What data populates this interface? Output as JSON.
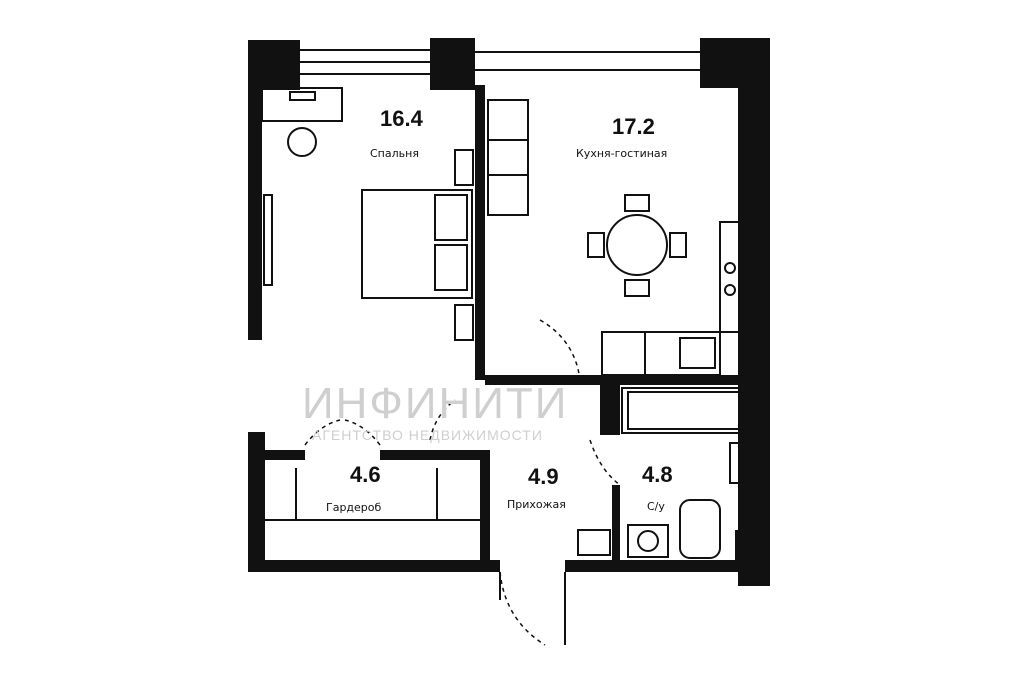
{
  "plan": {
    "rooms": [
      {
        "id": "bedroom",
        "area": "16.4",
        "name": "Спальня"
      },
      {
        "id": "kitchen-living",
        "area": "17.2",
        "name": "Кухня-гостиная"
      },
      {
        "id": "wardrobe",
        "area": "4.6",
        "name": "Гардероб"
      },
      {
        "id": "hallway",
        "area": "4.9",
        "name": "Прихожая"
      },
      {
        "id": "bathroom",
        "area": "4.8",
        "name": "С/у"
      }
    ]
  },
  "watermark": {
    "brand": "ИНФИНИТИ",
    "tagline": "АГЕНТСТВО НЕДВИЖИМОСТИ"
  },
  "colors": {
    "wall": "#111111",
    "watermark": "#cfcfcf"
  }
}
